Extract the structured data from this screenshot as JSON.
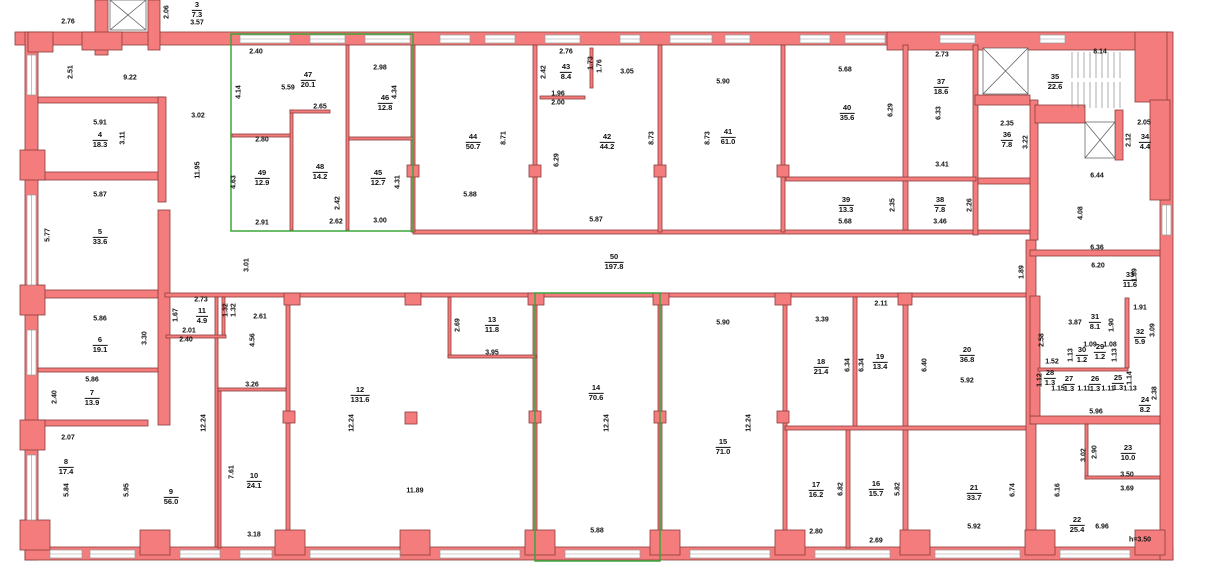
{
  "colors": {
    "wall": "#f47c7c",
    "wall_edge": "#8a3c3c",
    "highlight": "#3aa63a",
    "window": "#9a9a9a"
  },
  "rooms": [
    {
      "num": "3",
      "area": "7.3"
    },
    {
      "num": "4",
      "area": "18.3"
    },
    {
      "num": "5",
      "area": "33.6"
    },
    {
      "num": "6",
      "area": "19.1"
    },
    {
      "num": "7",
      "area": "13.9"
    },
    {
      "num": "8",
      "area": "17.4"
    },
    {
      "num": "9",
      "area": "56.0"
    },
    {
      "num": "10",
      "area": "24.1"
    },
    {
      "num": "11",
      "area": "4.9"
    },
    {
      "num": "12",
      "area": "131.6"
    },
    {
      "num": "13",
      "area": "11.8"
    },
    {
      "num": "14",
      "area": "70.6"
    },
    {
      "num": "15",
      "area": "71.0"
    },
    {
      "num": "18",
      "area": "21.4"
    },
    {
      "num": "19",
      "area": "13.4"
    },
    {
      "num": "17",
      "area": "16.2"
    },
    {
      "num": "16",
      "area": "15.7"
    },
    {
      "num": "20",
      "area": "36.8"
    },
    {
      "num": "21",
      "area": "33.7"
    },
    {
      "num": "22",
      "area": "25.4"
    },
    {
      "num": "23",
      "area": "10.0"
    },
    {
      "num": "24",
      "area": "8.2"
    },
    {
      "num": "33",
      "area": "11.6"
    },
    {
      "num": "31",
      "area": "8.1"
    },
    {
      "num": "32",
      "area": "5.9"
    },
    {
      "num": "30",
      "area": "1.2"
    },
    {
      "num": "29",
      "area": "1.2"
    },
    {
      "num": "28",
      "area": "1.3"
    },
    {
      "num": "27",
      "area": "1.3"
    },
    {
      "num": "26",
      "area": "1.3"
    },
    {
      "num": "25",
      "area": "1.3"
    },
    {
      "num": "34",
      "area": "4.4"
    },
    {
      "num": "35",
      "area": "22.6"
    },
    {
      "num": "36",
      "area": "7.8"
    },
    {
      "num": "37",
      "area": "18.6"
    },
    {
      "num": "38",
      "area": "7.8"
    },
    {
      "num": "39",
      "area": "13.3"
    },
    {
      "num": "40",
      "area": "35.6"
    },
    {
      "num": "41",
      "area": "61.0"
    },
    {
      "num": "42",
      "area": "44.2"
    },
    {
      "num": "43",
      "area": "8.4"
    },
    {
      "num": "44",
      "area": "50.7"
    },
    {
      "num": "45",
      "area": "12.7"
    },
    {
      "num": "46",
      "area": "12.8"
    },
    {
      "num": "47",
      "area": "20.1"
    },
    {
      "num": "48",
      "area": "14.2"
    },
    {
      "num": "49",
      "area": "12.9"
    },
    {
      "num": "50",
      "area": "197.8"
    }
  ],
  "dims": [
    "2.76",
    "2.06",
    "3.57",
    "2.51",
    "9.22",
    "3.02",
    "11.95",
    "5.91",
    "3.11",
    "5.87",
    "5.77",
    "3.01",
    "2.40",
    "4.14",
    "5.59",
    "2.98",
    "4.34",
    "2.65",
    "2.80",
    "4.63",
    "2.42",
    "4.31",
    "2.91",
    "2.62",
    "3.00",
    "8.71",
    "5.88",
    "2.76",
    "2.42",
    "1.73",
    "1.76",
    "3.05",
    "1.96",
    "2.00",
    "6.29",
    "8.73",
    "5.87",
    "5.90",
    "8.73",
    "5.68",
    "6.29",
    "2.73",
    "6.33",
    "3.41",
    "2.35",
    "3.22",
    "8.14",
    "2.05",
    "2.12",
    "6.44",
    "5.68",
    "2.35",
    "3.46",
    "2.26",
    "4.08",
    "6.36",
    "6.20",
    "1.89",
    "1.89",
    "2.73",
    "1.67",
    "1.32",
    "1.32",
    "2.61",
    "2.01",
    "2.40",
    "4.56",
    "5.86",
    "3.30",
    "5.86",
    "2.40",
    "3.26",
    "2.69",
    "3.95",
    "12.24",
    "12.24",
    "12.24",
    "12.24",
    "2.07",
    "5.84",
    "5.95",
    "7.61",
    "3.18",
    "11.89",
    "5.88",
    "5.90",
    "3.39",
    "2.11",
    "6.34",
    "6.34",
    "6.40",
    "5.92",
    "2.80",
    "6.82",
    "2.69",
    "5.82",
    "5.92",
    "6.74",
    "6.16",
    "3.02",
    "2.90",
    "3.50",
    "3.69",
    "6.96",
    "h=3.50",
    "5.96",
    "2.38",
    "3.87",
    "1.90",
    "1.91",
    "3.09",
    "2.58",
    "1.52",
    "1.09",
    "1.08",
    "1.13",
    "1.13",
    "1.12",
    "1.15",
    "1.11",
    "1.11",
    "1.13",
    "1.14"
  ]
}
